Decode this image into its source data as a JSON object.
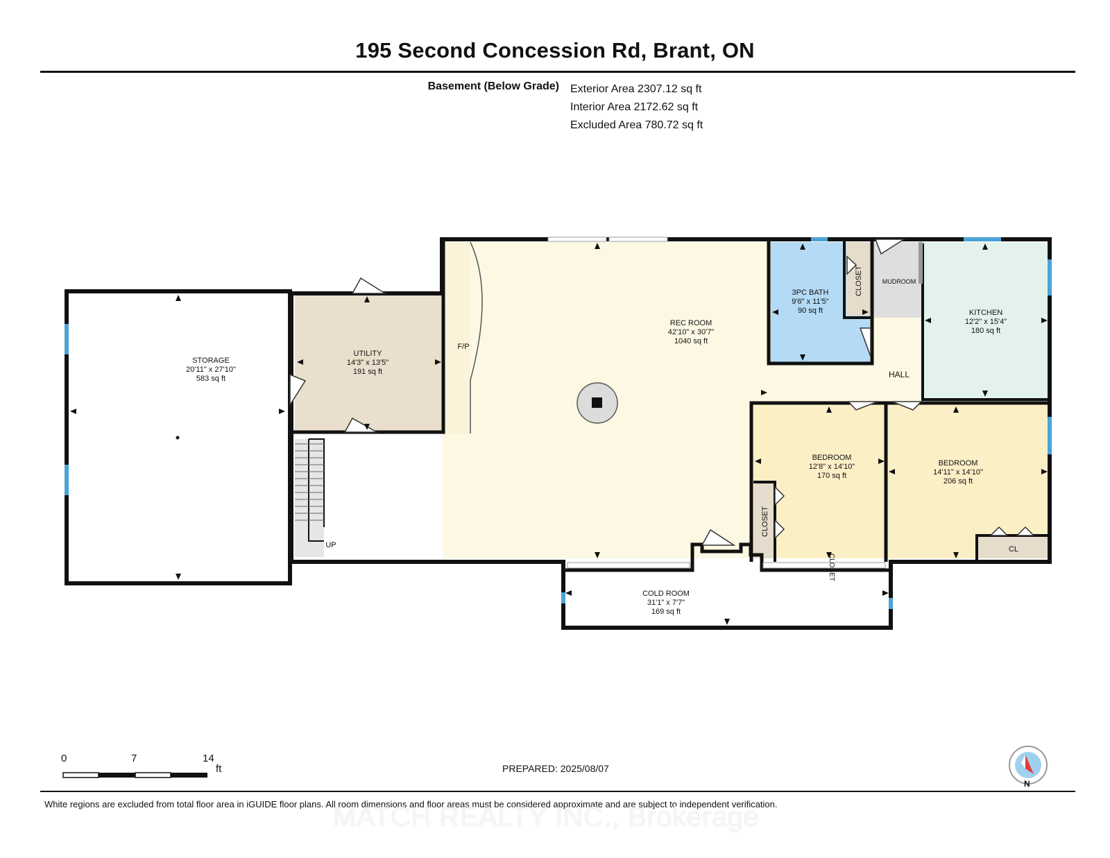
{
  "title": "195 Second Concession Rd, Brant, ON",
  "level": {
    "label": "Basement (Below Grade)",
    "exterior": "Exterior Area 2307.12 sq ft",
    "interior": "Interior Area 2172.62 sq ft",
    "excluded": "Excluded Area 780.72 sq ft"
  },
  "rooms": {
    "storage": {
      "name": "STORAGE",
      "dims": "20'11\" x 27'10\"",
      "area": "583 sq ft"
    },
    "utility": {
      "name": "UTILITY",
      "dims": "14'3\" x 13'5\"",
      "area": "191 sq ft"
    },
    "rec": {
      "name": "REC ROOM",
      "dims": "42'10\" x 30'7\"",
      "area": "1040 sq ft"
    },
    "bath": {
      "name": "3PC BATH",
      "dims": "9'6\" x 11'5\"",
      "area": "90 sq ft"
    },
    "kitchen": {
      "name": "KITCHEN",
      "dims": "12'2\" x 15'4\"",
      "area": "180 sq ft"
    },
    "bedroom1": {
      "name": "BEDROOM",
      "dims": "12'8\" x 14'10\"",
      "area": "170 sq ft"
    },
    "bedroom2": {
      "name": "BEDROOM",
      "dims": "14'11\" x 14'10\"",
      "area": "206 sq ft"
    },
    "cold": {
      "name": "COLD ROOM",
      "dims": "31'1\" x 7'7\"",
      "area": "169 sq ft"
    }
  },
  "labels": {
    "fp": "F/P",
    "closet": "CLOSET",
    "mudroom": "MUDROOM",
    "hall": "HALL",
    "up": "UP",
    "cl": "CL"
  },
  "scale": {
    "t0": "0",
    "t1": "7",
    "t2": "14",
    "unit": "ft"
  },
  "prepared": "PREPARED: 2025/08/07",
  "north": "N",
  "disclaimer": "White regions are excluded from total floor area in iGUIDE floor plans. All room dimensions and floor areas must be considered approximate and are subject to independent verification.",
  "watermark": "MATCH REALTY INC., Brokerage",
  "colors": {
    "rec": "#fdf8e3",
    "utility": "#e9dfcc",
    "bath": "#b4daf5",
    "kitchen": "#e3f3ec",
    "bedroom": "#fbefc6",
    "closet": "#e6dccb",
    "mudroom": "#dedede",
    "window": "#4aa3d6"
  }
}
